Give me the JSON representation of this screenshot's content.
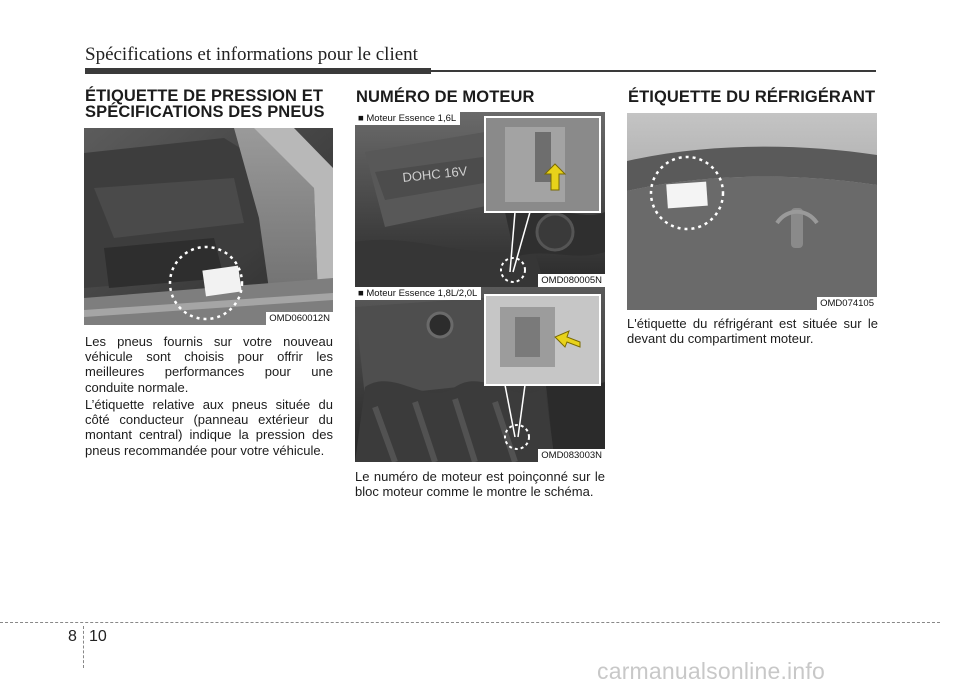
{
  "header": {
    "title": "Spécifications et informations pour le client"
  },
  "sections": [
    {
      "title": "ÉTIQUETTE DE PRESSION ET SPÉCIFICATIONS DES PNEUS",
      "image_code": "OMD060012N",
      "paragraphs": [
        "Les pneus fournis sur votre nouveau véhicule sont choisis pour offrir les meilleures performances pour une conduite normale.",
        "L’étiquette relative aux pneus située du côté conducteur (panneau extérieur du montant central) indique la pression des pneus recommandée pour votre véhicule."
      ]
    },
    {
      "title": "NUMÉRO DE MOTEUR",
      "images": [
        {
          "tag": "■ Moteur Essence 1,6L",
          "code": "OMD080005N"
        },
        {
          "tag": "■ Moteur Essence 1,8L/2,0L",
          "code": "OMD083003N"
        }
      ],
      "paragraphs": [
        "Le numéro de moteur est poinçonné sur le bloc moteur comme le montre le schéma."
      ]
    },
    {
      "title": "ÉTIQUETTE DU RÉFRIGÉRANT",
      "image_code": "OMD074105",
      "paragraphs": [
        "L'étiquette du réfrigérant est située sur le devant du compartiment moteur."
      ]
    }
  ],
  "footer": {
    "chapter": "8",
    "page": "10"
  },
  "watermark": "carmanualsonline.info"
}
